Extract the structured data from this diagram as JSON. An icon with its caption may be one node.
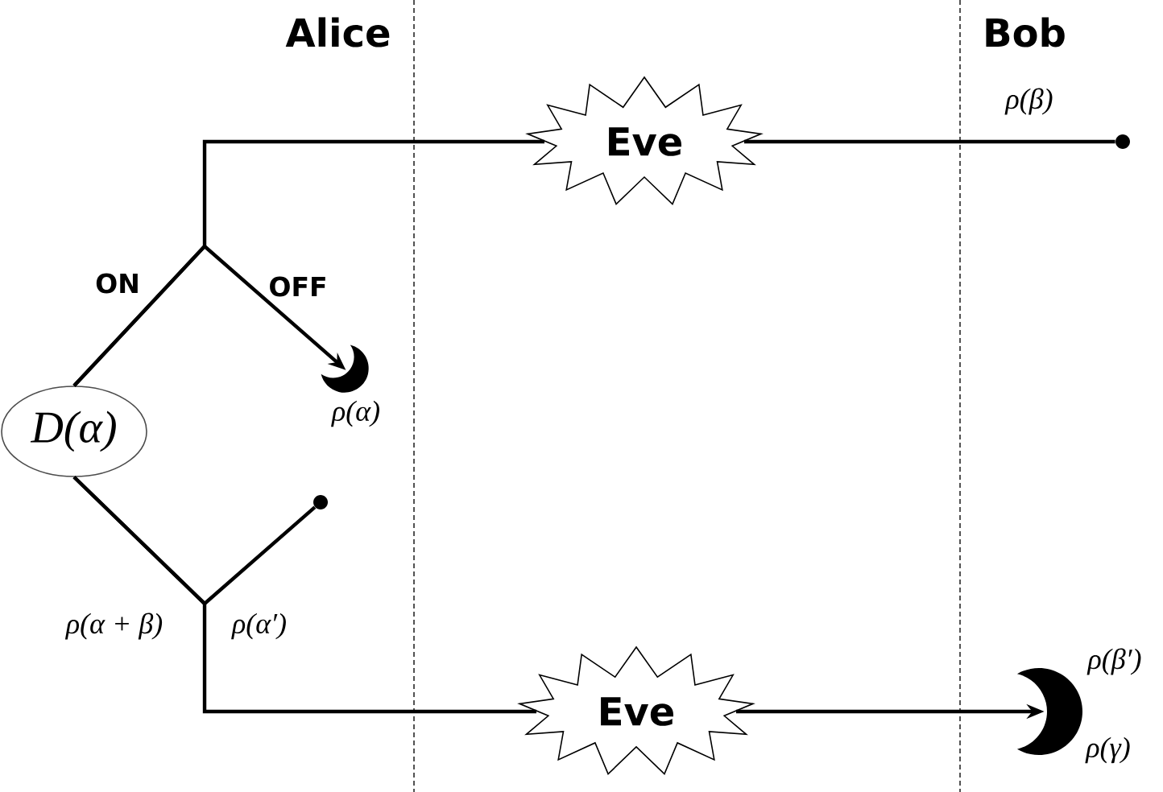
{
  "diagram": {
    "nodes": [
      {
        "text": [
          "D(α)"
        ]
      },
      {
        "text": [
          "Eve"
        ]
      },
      {
        "text": [],
        "shape": "circle",
        "beside": [
          "ρ(β)"
        ]
      },
      {
        "text": [],
        "shape": "crescent",
        "beside": [
          "ρ(α)"
        ]
      },
      {
        "text": [],
        "shape": "circle"
      },
      {
        "text": [
          "Eve"
        ]
      },
      {
        "text": [],
        "shape": "crescent",
        "beside": [
          "ρ(β′)",
          "ρ(γ)"
        ]
      }
    ],
    "edges": [
      {
        "from": 0,
        "to": 1,
        "arrow": "none",
        "label": "ON"
      },
      {
        "from": 0,
        "to": 3,
        "arrow": "to",
        "label": "OFF"
      },
      {
        "from": 0,
        "to": 4,
        "arrow": "none"
      },
      {
        "from": 0,
        "to": 5,
        "arrow": "none"
      },
      {
        "from": 1,
        "to": 2,
        "arrow": "none"
      },
      {
        "from": 5,
        "to": 6,
        "arrow": "to"
      }
    ],
    "labels": [
      "Alice",
      "Bob",
      "ρ(α + β)",
      "ρ(α′)"
    ]
  }
}
